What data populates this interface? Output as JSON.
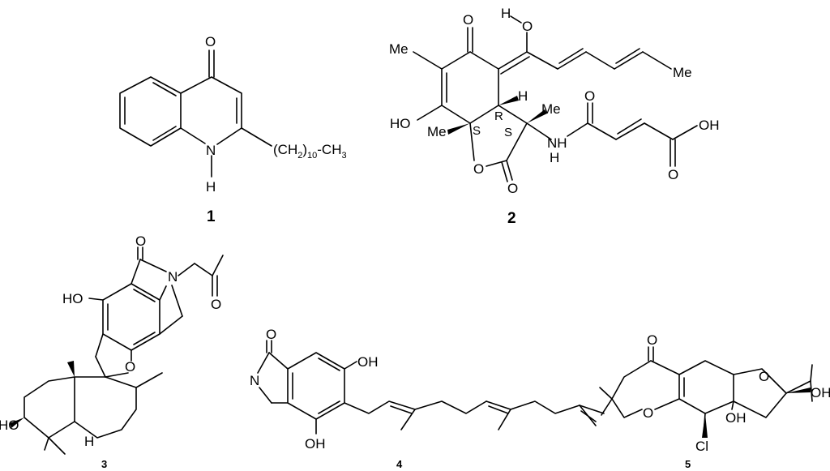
{
  "compounds": [
    {
      "number": "1",
      "atoms": {
        "carbonyl": "O",
        "nh_n": "N",
        "nh_h": "H",
        "chain_left": "(CH",
        "chain_sub": "2",
        "chain_paren": ")",
        "chain_sub2": "10",
        "chain_right": "-CH",
        "chain_sub3": "3"
      }
    },
    {
      "number": "2",
      "atoms": {
        "ring_ketone": "O",
        "enol_o": "O",
        "enol_h": "H",
        "me_top": "Me",
        "me_chain": "Me",
        "ho": "HO",
        "me_s": "Me",
        "stereo_s1": "S",
        "stereo_r": "R",
        "ring_h": "H",
        "me_right": "Me",
        "stereo_s2": "S",
        "nh_n": "NH",
        "nh_h": "H",
        "lactone_o": "O",
        "lactone_co": "O",
        "amide_o": "O",
        "acid_oh": "OH",
        "acid_o": "O"
      }
    },
    {
      "number": "3",
      "atoms": {
        "lactam_o": "O",
        "lactam_n": "N",
        "ketone_o": "O",
        "ho_ar": "HO",
        "furan_o": "O",
        "ho_ali": "HO",
        "h_ring": "H"
      }
    },
    {
      "number": "4",
      "atoms": {
        "lactam_o": "O",
        "lactam_n": "N",
        "oh_top": "OH",
        "oh_bottom": "OH"
      }
    },
    {
      "number": "5",
      "atoms": {
        "ketone_o": "O",
        "pyran_o": "O",
        "furan_o": "O",
        "oh_ring": "OH",
        "oh_side": "OH",
        "cl": "Cl"
      }
    }
  ]
}
